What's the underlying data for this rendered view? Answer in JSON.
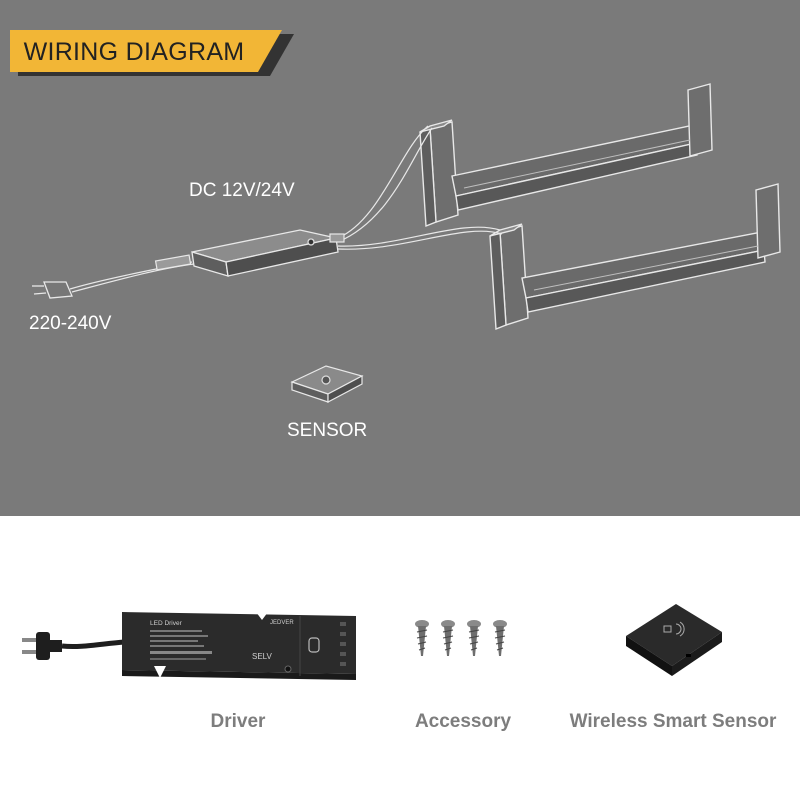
{
  "title": "WIRING DIAGRAM",
  "diagram_labels": {
    "dc": "DC 12V/24V",
    "ac": "220-240V",
    "sensor": "SENSOR"
  },
  "driver_print": {
    "heading": "LED Driver",
    "brand": "JEDVER",
    "selv": "SELV"
  },
  "products": {
    "driver": "Driver",
    "accessory": "Accessory",
    "sensor": "Wireless Smart Sensor"
  },
  "colors": {
    "panel_bg": "#7a7a7a",
    "tag": "#f2b636",
    "tag_shadow": "#333333",
    "label": "#ffffff",
    "caption": "#7d7d7d"
  }
}
